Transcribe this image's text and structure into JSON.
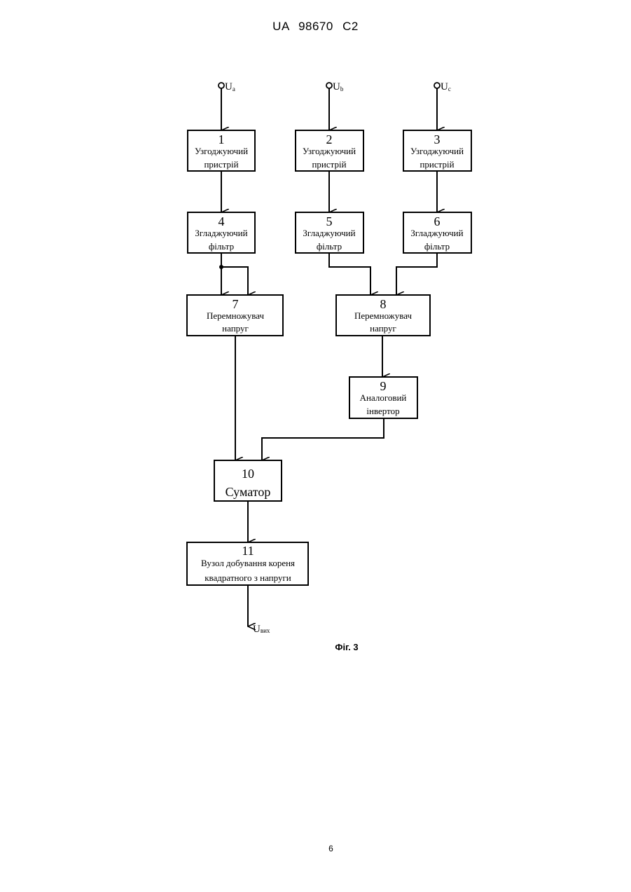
{
  "header": {
    "doc_id": "UA 98670 C2"
  },
  "inputs": [
    {
      "name": "U",
      "sub": "a"
    },
    {
      "name": "U",
      "sub": "b"
    },
    {
      "name": "U",
      "sub": "c"
    }
  ],
  "output": {
    "name": "U",
    "sub": "вих"
  },
  "blocks": [
    {
      "num": "1",
      "line1": "Узгоджуючий",
      "line2": "пристрій"
    },
    {
      "num": "2",
      "line1": "Узгоджуючий",
      "line2": "пристрій"
    },
    {
      "num": "3",
      "line1": "Узгоджуючий",
      "line2": "пристрій"
    },
    {
      "num": "4",
      "line1": "Згладжуючий",
      "line2": "фільтр"
    },
    {
      "num": "5",
      "line1": "Згладжуючий",
      "line2": "фільтр"
    },
    {
      "num": "6",
      "line1": "Згладжуючий",
      "line2": "фільтр"
    },
    {
      "num": "7",
      "line1": "Перемножувач",
      "line2": "напруг"
    },
    {
      "num": "8",
      "line1": "Перемножувач",
      "line2": "напруг"
    },
    {
      "num": "9",
      "line1": "Аналоговий",
      "line2": "інвертор"
    },
    {
      "num": "10",
      "line1": "Суматор",
      "line2": ""
    },
    {
      "num": "11",
      "line1": "Вузол добування кореня",
      "line2": "квадратного з напруги"
    }
  ],
  "caption": "Фіг. 3",
  "page_number": "6"
}
